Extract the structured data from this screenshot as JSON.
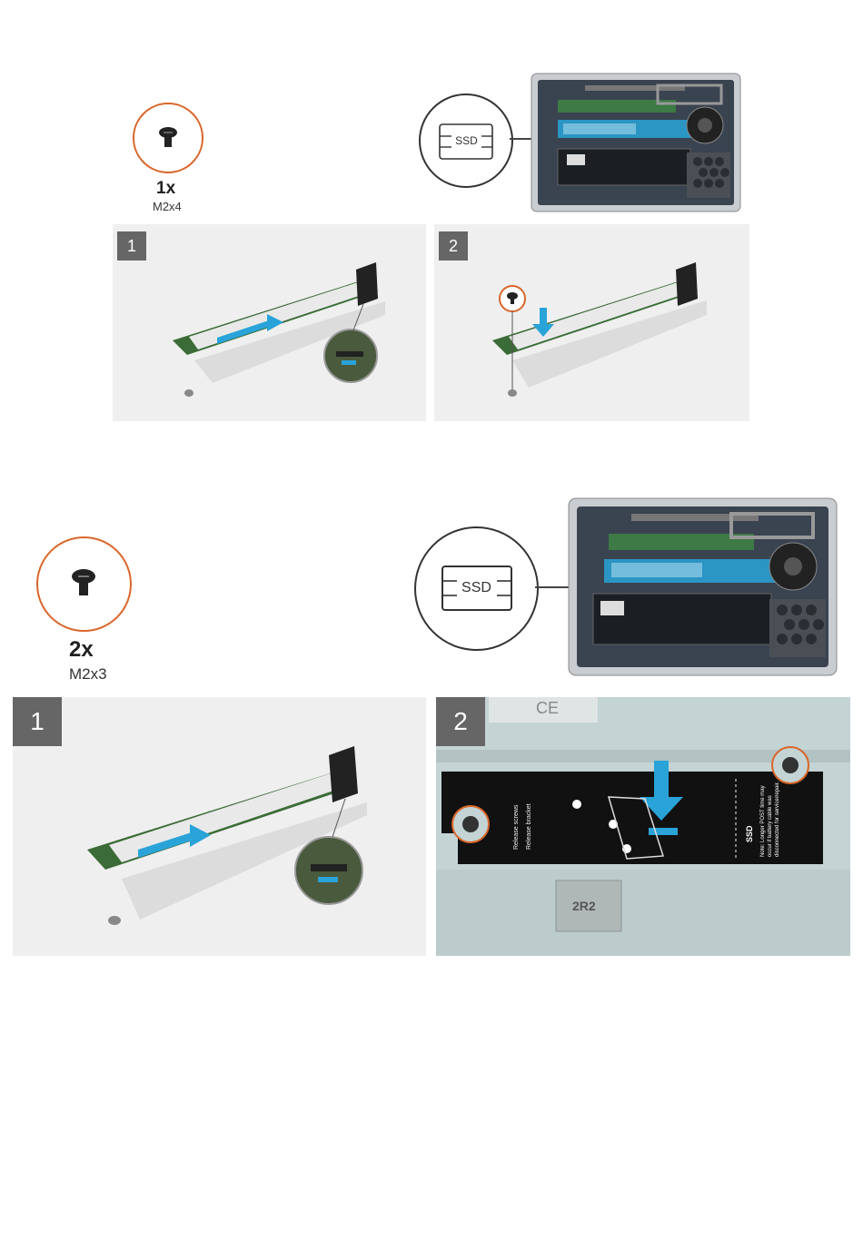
{
  "figure1": {
    "screw_qty": "1x",
    "screw_size": "M2x4",
    "callout_label": "SSD",
    "steps": [
      "1",
      "2"
    ]
  },
  "figure2": {
    "screw_qty": "2x",
    "screw_size": "M2x3",
    "callout_label": "SSD",
    "steps": [
      "1",
      "2"
    ],
    "thermal_plate": {
      "label_lines": [
        "Release",
        "screws",
        "Release",
        "bracket"
      ],
      "note_title": "SSD",
      "note_text": "Note: Longer POST time may occur if battery cable was disconnected for service/repair."
    },
    "board_text": [
      "2R2",
      "CE"
    ]
  },
  "colors": {
    "accent_orange": "#d9662a",
    "highlight_blue": "#29a3d8",
    "panel_bg": "#efefef",
    "step_badge": "#666666"
  }
}
